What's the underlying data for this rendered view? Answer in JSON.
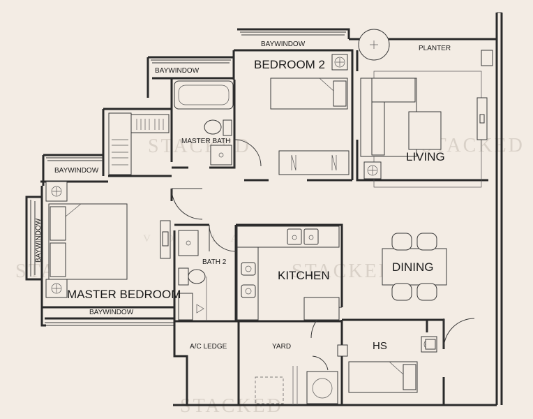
{
  "rooms": {
    "bedroom2": "BEDROOM 2",
    "living": "LIVING",
    "master_bath": "MASTER BATH",
    "master_bedroom": "MASTER BEDROOM",
    "bath2": "BATH 2",
    "kitchen": "KITCHEN",
    "dining": "DINING",
    "hs": "HS",
    "ac_ledge": "A/C LEDGE",
    "yard": "YARD",
    "planter": "PLANTER"
  },
  "baywindows": {
    "top_bedroom2": "BAYWINDOW",
    "top_master_bath": "BAYWINDOW",
    "master_top": "BAYWINDOW",
    "master_left": "BAYWINDOW",
    "master_bottom": "BAYWINDOW"
  },
  "watermarks": {
    "main": "STACKED",
    "faint": "VOKIAN"
  },
  "colors": {
    "background": "#f3ece4",
    "wall": "#2a2a2a",
    "watermark": "#d9d1c8"
  }
}
